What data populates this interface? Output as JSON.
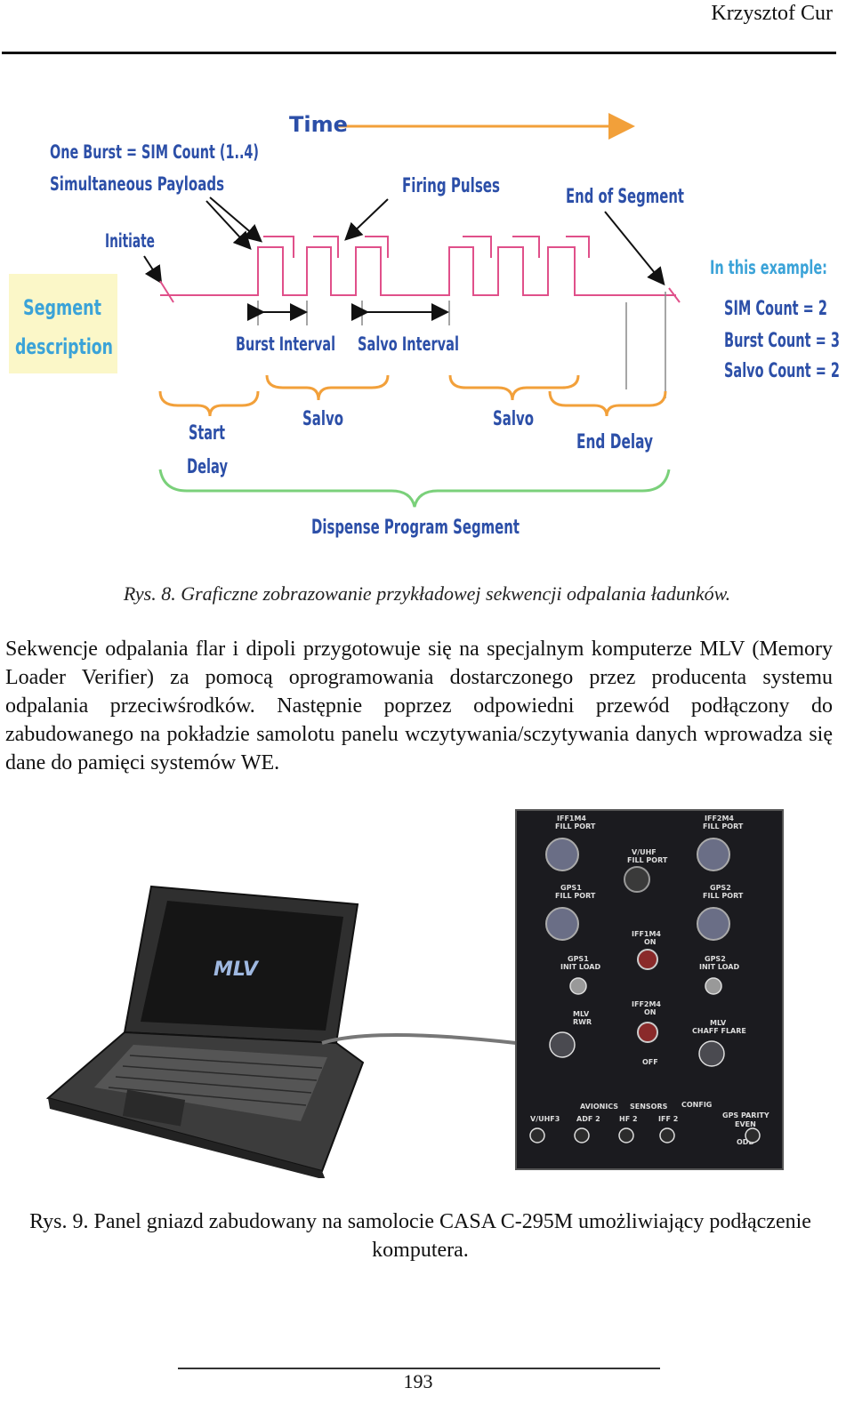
{
  "header": {
    "author": "Krzysztof Cur"
  },
  "figure1": {
    "labels": {
      "time": "Time",
      "one_burst": "One Burst = SIM Count (1..4)",
      "simultaneous": "Simultaneous Payloads",
      "firing_pulses": "Firing Pulses",
      "end_of_segment": "End of Segment",
      "initiate": "Initiate",
      "segment_1": "Segment",
      "segment_2": "description",
      "burst_interval": "Burst Interval",
      "salvo_interval": "Salvo Interval",
      "example_title": "In this example:",
      "sim_count": "SIM Count = 2",
      "burst_count": "Burst Count = 3",
      "salvo_count": "Salvo Count = 2",
      "start_1": "Start",
      "start_2": "Delay",
      "salvo_a": "Salvo",
      "salvo_b": "Salvo",
      "end_delay": "End Delay",
      "dispense": "Dispense Program Segment"
    },
    "colors": {
      "blue": "#2c4fa8",
      "pulse": "#e0508a",
      "orange": "#f2a03a",
      "green": "#7ad07a",
      "segment_bg": "#fbf7c8",
      "segment_text": "#3ba3d8"
    }
  },
  "caption1": "Rys. 8. Graficzne zobrazowanie przykładowej sekwencji odpalania ładunków.",
  "paragraph": "Sekwencje odpalania flar i dipoli przygotowuje się na specjalnym komputerze MLV (Memory Loader Verifier) za pomocą oprogramowania dostarczonego przez producenta systemu odpalania przeciwśrodków. Następnie poprzez odpowiedni przewód podłączony do zabudowanego na pokładzie samolotu panelu wczytywania/sczytywania danych wprowadza się dane do pamięci systemów WE.",
  "figure2": {
    "laptop_logo": "MLV",
    "panel_labels": {
      "iff1m4_fill": "IFF1M4",
      "fill_port_a": "FILL PORT",
      "iff2m4_fill": "IFF2M4",
      "fill_port_b": "FILL PORT",
      "vuhf": "V/UHF",
      "fill_port_c": "FILL PORT",
      "gps1": "GPS1",
      "fill_port_d": "FILL PORT",
      "gps2": "GPS2",
      "fill_port_e": "FILL PORT",
      "iff1m4": "IFF1M4",
      "on": "ON",
      "gps1_init": "GPS1",
      "init_load_a": "INIT LOAD",
      "gps2_init": "GPS2",
      "init_load_b": "INIT LOAD",
      "mlv_rw": "MLV",
      "rwr": "RWR",
      "iff2m4": "IFF2M4",
      "on_b": "ON",
      "mlv_cf": "MLV",
      "chaff_flare": "CHAFF FLARE",
      "off": "OFF",
      "avionics": "AVIONICS",
      "sensors": "SENSORS",
      "config": "CONFIG",
      "gps_parity": "GPS PARITY",
      "vuhf3": "V/UHF3",
      "adf2": "ADF 2",
      "hf2": "HF 2",
      "iff2": "IFF 2",
      "even": "EVEN",
      "odd": "ODD"
    }
  },
  "caption2": "Rys. 9. Panel gniazd zabudowany na samolocie CASA C-295M umożliwiający podłączenie komputera.",
  "footer": {
    "page_number": "193"
  }
}
